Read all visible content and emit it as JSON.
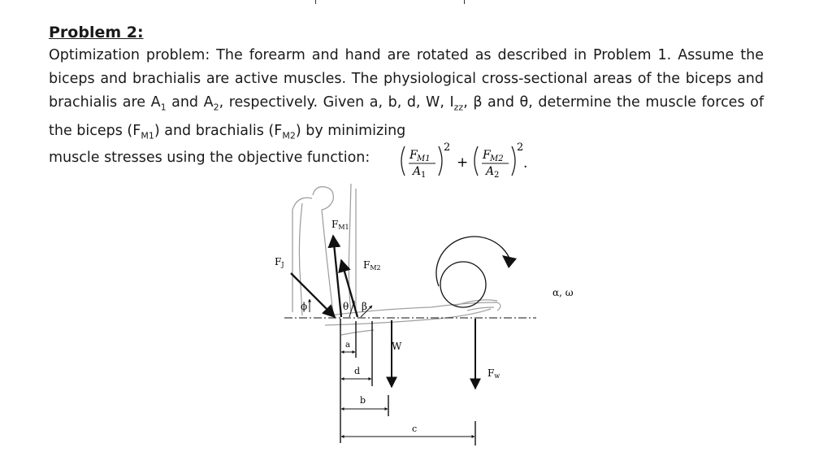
{
  "heading": "Problem 2:",
  "paragraph": {
    "p1": "Optimization problem: The forearm and hand are rotated as described in Problem 1. Assume the biceps and brachialis are active muscles. The physiological cross-sectional areas of the biceps and brachialis are A",
    "sub1": "1",
    "p2": " and A",
    "sub2": "2",
    "p3": ", respectively.  Given a, b, d, W, I",
    "sub3": "zz",
    "p4": ", β and θ, determine the muscle forces of the biceps (F",
    "sub4": "M1",
    "p5": ") and brachialis (F",
    "sub5": "M2",
    "p6": ") by minimizing"
  },
  "last_line": "muscle stresses using the objective function:",
  "formula": {
    "num1": "F",
    "num1_sub": "M1",
    "den1": "A",
    "den1_sub": "1",
    "num2": "F",
    "num2_sub": "M2",
    "den2": "A",
    "den2_sub": "2",
    "exp": "2",
    "plus": "+",
    "period": "."
  },
  "figure_labels": {
    "fm1": "F",
    "fm1_sub": "M1",
    "fm2": "F",
    "fm2_sub": "M2",
    "fj": "F",
    "fj_sub": "J",
    "theta": "θ",
    "beta": "β",
    "phi": "ϕ",
    "a": "a",
    "d": "d",
    "b": "b",
    "c": "c",
    "w": "W",
    "fw": "F",
    "fw_sub": "w",
    "alpha_omega": "α, ω"
  }
}
